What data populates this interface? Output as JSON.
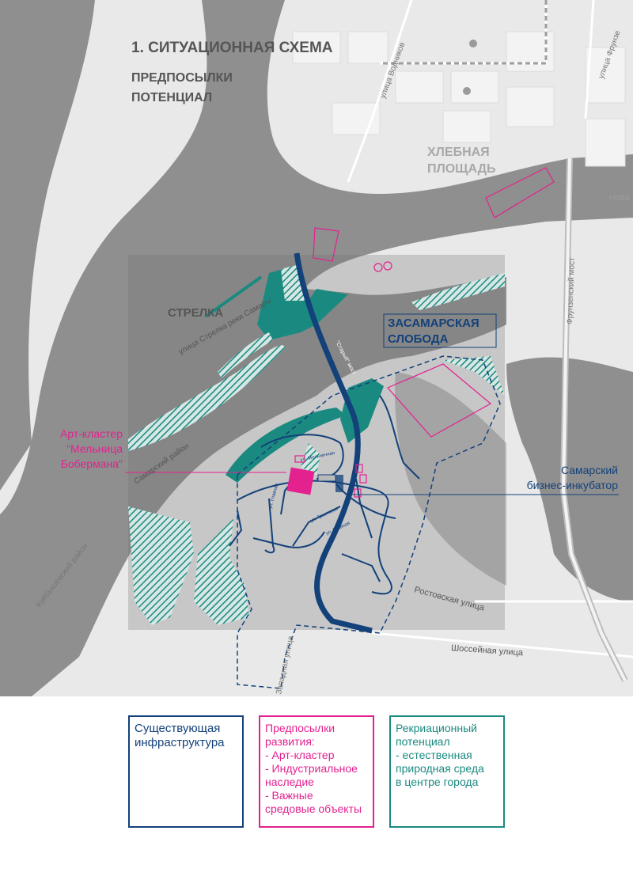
{
  "title": "1. СИТУАЦИОННАЯ СХЕМА",
  "subtitle_lines": [
    "ПРЕДПОСЫЛКИ",
    "ПОТЕНЦИАЛ"
  ],
  "areas": {
    "khlebnaya": [
      "ХЛЕБНАЯ",
      "ПЛОЩАДЬ"
    ],
    "strelka": "СТРЕЛКА",
    "zasamarskaya": [
      "ЗАСАМАРСКАЯ",
      "СЛОБОДА"
    ]
  },
  "callouts": {
    "art_cluster": [
      "Арт-кластер",
      "\"Мельница",
      "Бобермана\""
    ],
    "incubator": [
      "Самарский",
      "бизнес-инкубатор"
    ]
  },
  "street_labels": {
    "vodnikov": "улица Водников",
    "frunze_st": "улица Фрунзе",
    "frunzenskiy_most": "Фрунзенский мост",
    "strelka_reki": "улица Стрелка реки Самары",
    "samarskiy_rayon": "Самарский район",
    "kuybyshevskiy_rayon": "Куйбышевский район",
    "staryy_most": "\"Старый\" мост",
    "melnichnaya": "ул. Мельничная",
    "glavnaya": "ул. Главная",
    "glavnaya2": "ул. Главная",
    "traktovaya": "ул. Трактовая",
    "rostovskaya": "Ростовская улица",
    "shosseynaya": "Шоссейная улица",
    "zapadnaya": "Западная улица",
    "nova": "Нова"
  },
  "legend": {
    "infra": "Существующая\nинфраструктура",
    "dev": "Предпосылки\nразвития:\n- Арт-кластер\n- Индустриальное\nнаследие\n- Важные\nсредовые объекты",
    "rec": "Рекриационный\nпотенциал\n- естественная\nприродная среда\nв центре города"
  },
  "colors": {
    "infra": "#13417a",
    "development": "#e3218f",
    "recreation": "#1a8a80",
    "water": "#8f8f8f",
    "land": "#e8e8e8"
  }
}
